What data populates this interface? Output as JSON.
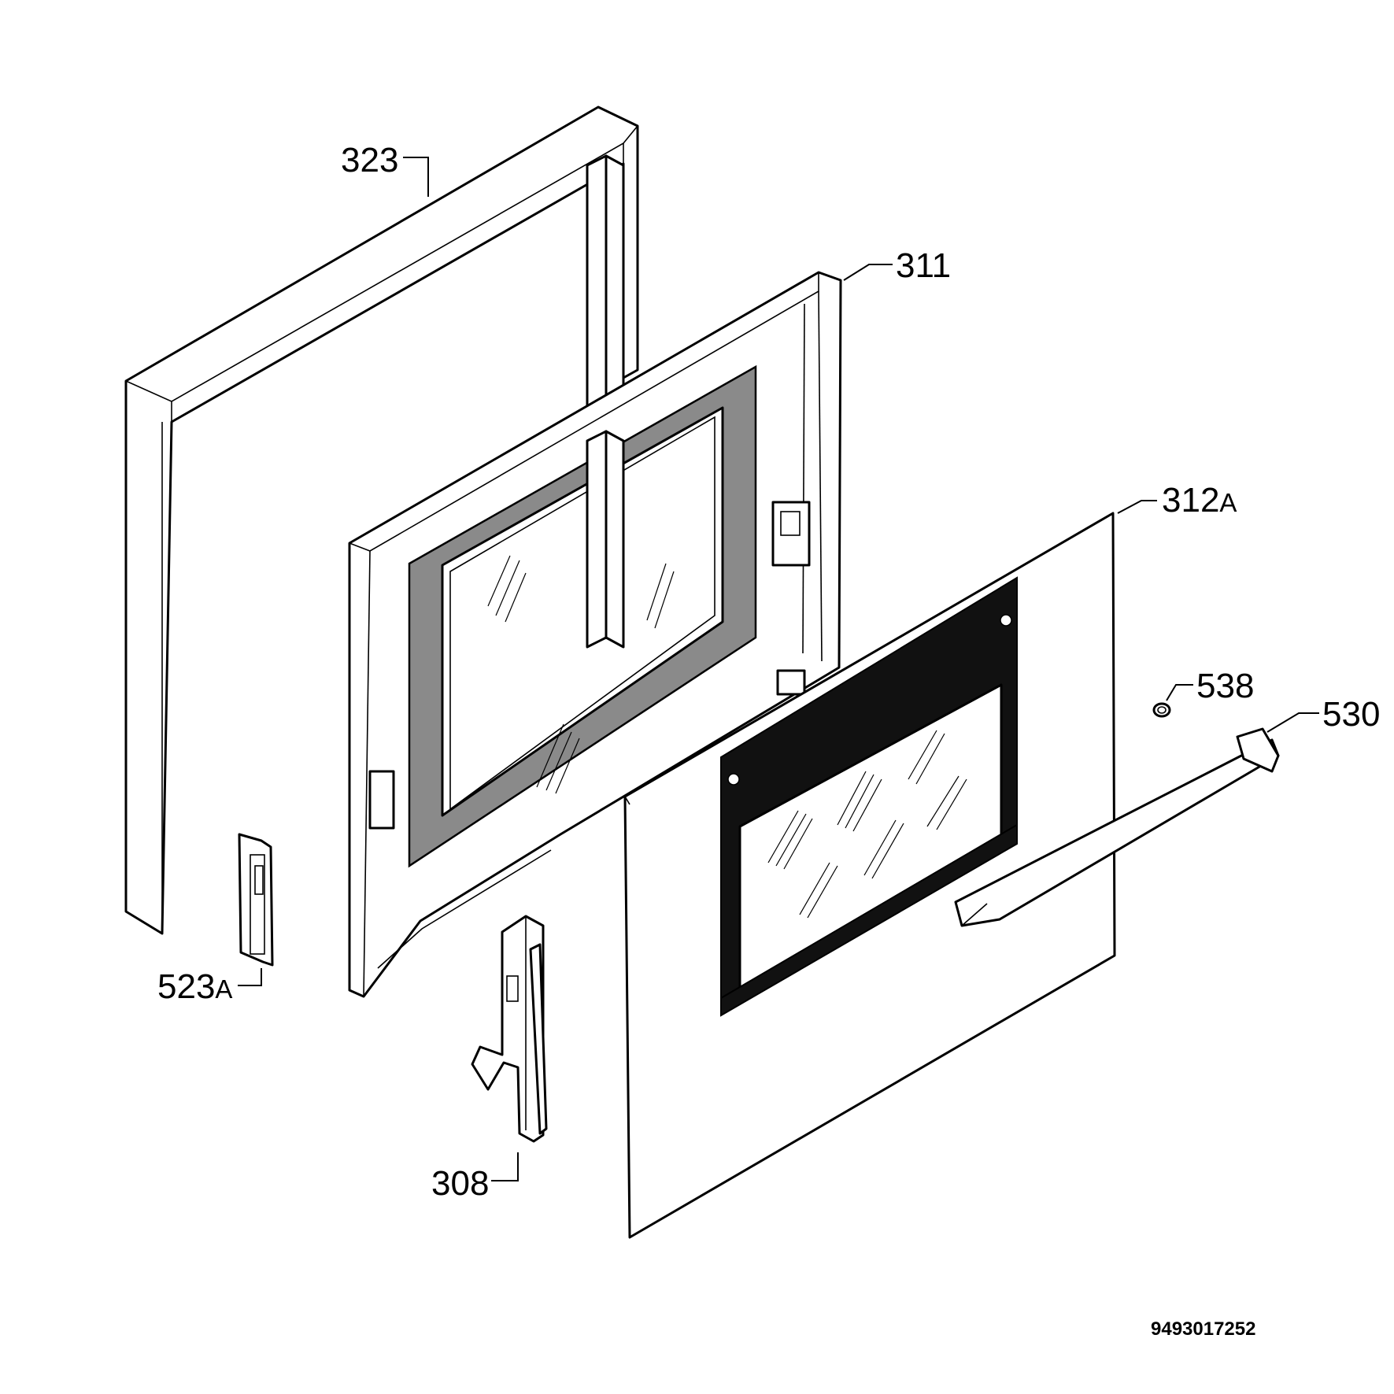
{
  "parts": [
    {
      "id": "frame",
      "ref": "323",
      "suffix": ""
    },
    {
      "id": "inner-door",
      "ref": "311",
      "suffix": ""
    },
    {
      "id": "outer-glass",
      "ref": "312",
      "suffix": "A"
    },
    {
      "id": "screw-cap",
      "ref": "538",
      "suffix": ""
    },
    {
      "id": "handle",
      "ref": "530",
      "suffix": ""
    },
    {
      "id": "hinge-bracket",
      "ref": "523",
      "suffix": "A"
    },
    {
      "id": "hinge",
      "ref": "308",
      "suffix": ""
    }
  ],
  "drawing_number": "9493017252"
}
